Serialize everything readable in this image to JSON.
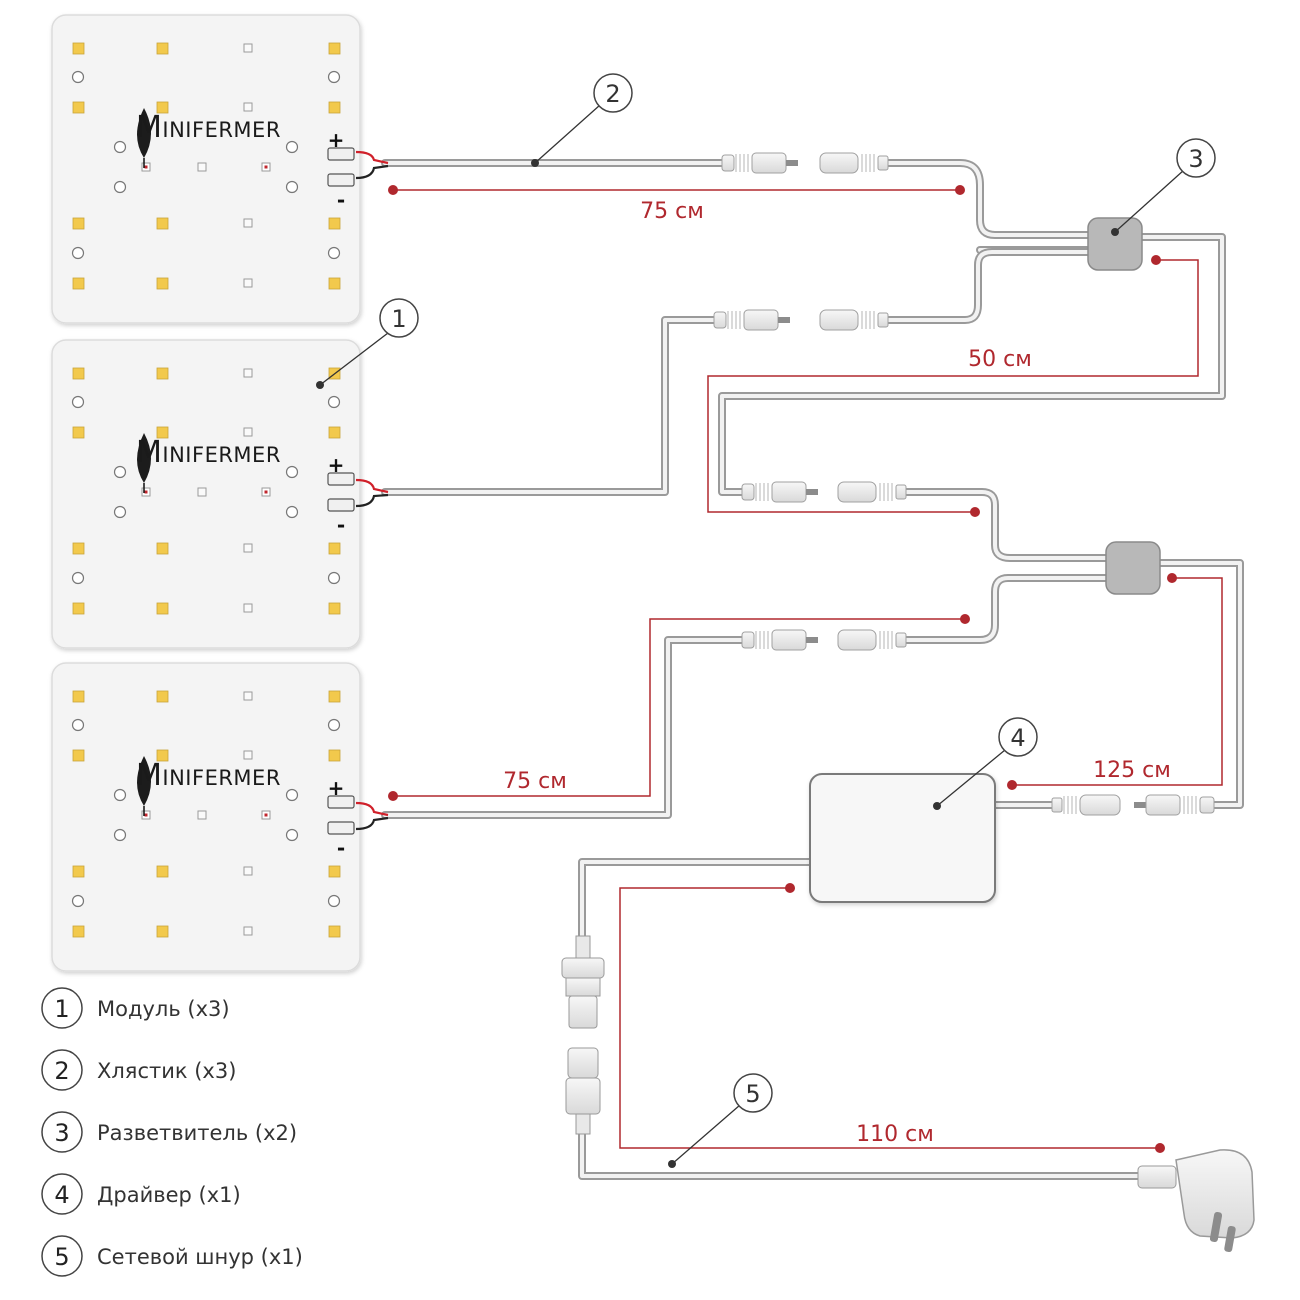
{
  "brand": {
    "logo_text_initial": "M",
    "logo_text_rest": "INIFERMER"
  },
  "modules": [
    {
      "name": "module-top",
      "plus": "+",
      "minus": "-"
    },
    {
      "name": "module-middle",
      "plus": "+",
      "minus": "-"
    },
    {
      "name": "module-bottom",
      "plus": "+",
      "minus": "-"
    }
  ],
  "callouts": [
    "1",
    "2",
    "3",
    "4",
    "5"
  ],
  "dimensions": {
    "top_cable": "75 см",
    "splitter_link": "50 см",
    "bottom_cable": "75 см",
    "driver_cable": "125 см",
    "power_cord": "110 см"
  },
  "legend": [
    {
      "num": "1",
      "text": "Модуль (x3)"
    },
    {
      "num": "2",
      "text": "Хлястик (x3)"
    },
    {
      "num": "3",
      "text": "Разветвитель (x2)"
    },
    {
      "num": "4",
      "text": "Драйвер (x1)"
    },
    {
      "num": "5",
      "text": "Сетевой шнур (x1)"
    }
  ],
  "colors": {
    "cable": "#a9a9a9",
    "dimension": "#b0282e",
    "panel": "#f4f4f4",
    "led": "#f2c94c"
  }
}
